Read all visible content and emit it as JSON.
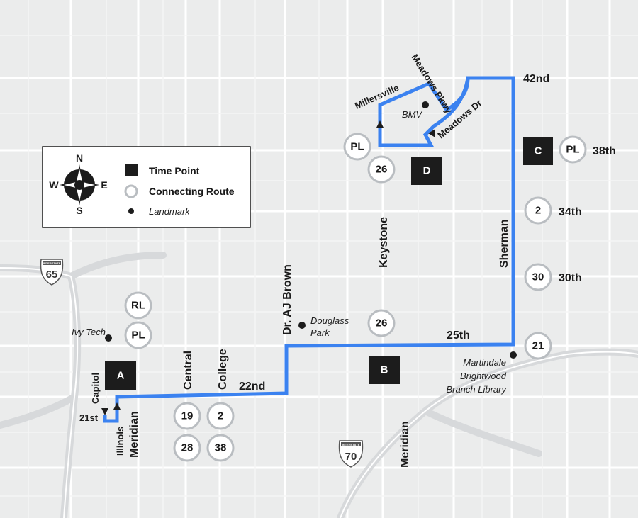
{
  "legend": {
    "compass": {
      "n": "N",
      "s": "S",
      "e": "E",
      "w": "W"
    },
    "time_point": "Time Point",
    "connecting_route": "Connecting Route",
    "landmark": "Landmark"
  },
  "interstates": {
    "i65": {
      "top": "INTERSTATE",
      "number": "65"
    },
    "i70": {
      "top": "INTERSTATE",
      "number": "70"
    }
  },
  "time_points": {
    "a": "A",
    "b": "B",
    "c": "C",
    "d": "D"
  },
  "streets": {
    "st_42nd": "42nd",
    "st_38th": "38th",
    "st_34th": "34th",
    "st_30th": "30th",
    "st_25th": "25th",
    "st_22nd": "22nd",
    "st_21st": "21st",
    "millersville": "Millersville",
    "meadows_pkwy": "Meadows Pkwy",
    "meadows_dr": "Meadows Dr",
    "keystone": "Keystone",
    "sherman": "Sherman",
    "dr_aj_brown": "Dr. AJ Brown",
    "central": "Central",
    "college": "College",
    "capitol": "Capitol",
    "illinois": "Illinois",
    "meridian_north": "Meridian",
    "meridian_south": "Meridian"
  },
  "landmarks": {
    "bmv": "BMV",
    "ivy_tech": "Ivy Tech",
    "douglass_park_1": "Douglass",
    "douglass_park_2": "Park",
    "library_1": "Martindale",
    "library_2": "Brightwood",
    "library_3": "Branch Library"
  },
  "connecting_routes": {
    "pl_millersville": "PL",
    "r26_keystone_north": "26",
    "pl_38th": "PL",
    "r2_34th": "2",
    "r30_30th": "30",
    "r26_keystone_south": "26",
    "r21_25th": "21",
    "rl_ivytech": "RL",
    "pl_ivytech": "PL",
    "r19_central": "19",
    "r2_college": "2",
    "r28_central": "28",
    "r38_college": "38"
  },
  "colors": {
    "route": "#3b82f0",
    "background": "#ebecec",
    "street": "#ffffff",
    "time_point": "#1c1c1c",
    "route_circle_border": "#b9bdc1"
  }
}
